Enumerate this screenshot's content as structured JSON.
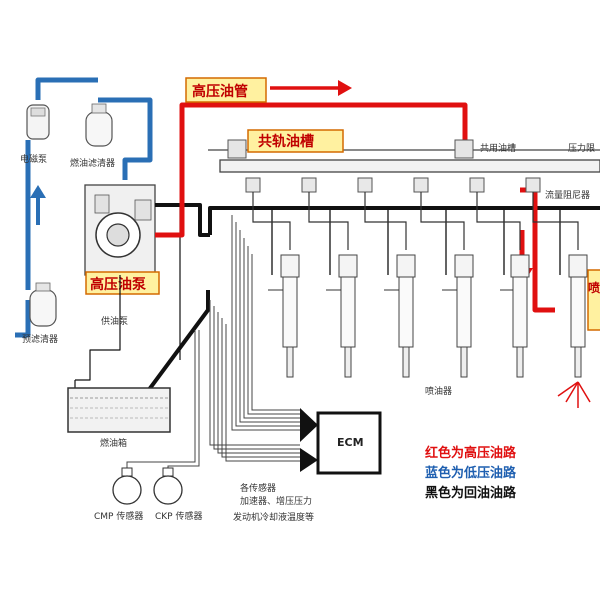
{
  "labels": {
    "high_pressure_pipe": "高压油管",
    "common_rail": "共轨油槽",
    "common_rail_small": "共用油槽",
    "pressure_limiter": "压力限",
    "flow_limiter": "流量阻尼器",
    "solenoid_pump": "电磁泵",
    "fuel_filter": "燃油滤清器",
    "high_pressure_pump": "高压油泵",
    "supply_pump": "供油泵",
    "pre_filter": "预滤清器",
    "fuel_tank": "燃油箱",
    "injector": "喷油器",
    "ecm": "ECM",
    "cmp_sensor": "CMP 传感器",
    "ckp_sensor": "CKP 传感器",
    "sensors_title": "各传感器",
    "sensors_line1": "加速器、增压压力",
    "sensors_line2": "发动机冷却液温度等",
    "side_tag": "喷"
  },
  "legend": {
    "red": "红色为高压油路",
    "blue": "蓝色为低压油路",
    "black": "黑色为回油油路"
  },
  "colors": {
    "high_pressure": "#e01010",
    "low_pressure": "#2a6fb5",
    "return": "#111111",
    "label_box": "#fff1a0",
    "label_box_border": "#d46a00",
    "legend_red": "#e01010",
    "legend_blue": "#1e5fb0",
    "legend_black": "#111111"
  }
}
